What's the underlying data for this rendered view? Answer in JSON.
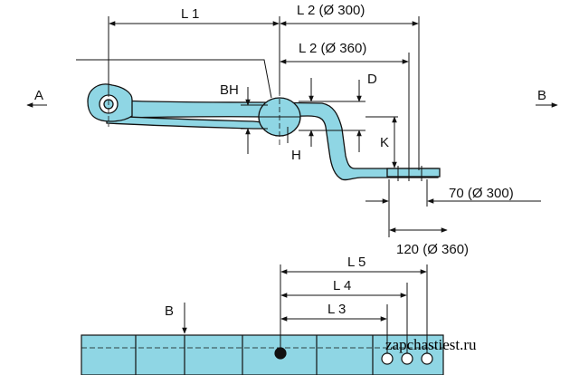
{
  "labels": {
    "l1": "L 1",
    "l2_300": "L 2 (Ø 300)",
    "l2_360": "L 2 (Ø 360)",
    "view_a": "A",
    "view_b": "B",
    "bh": "BH",
    "d": "D",
    "h": "H",
    "k": "K",
    "dim_70": "70 (Ø 300)",
    "dim_120": "120 (Ø 360)",
    "l5": "L 5",
    "l4": "L 4",
    "l3": "L 3",
    "b_marker": "B"
  },
  "watermark": "zapchastiest.ru",
  "colors": {
    "spring_fill": "#8fd6e4",
    "line": "#111111",
    "background": "#ffffff"
  }
}
